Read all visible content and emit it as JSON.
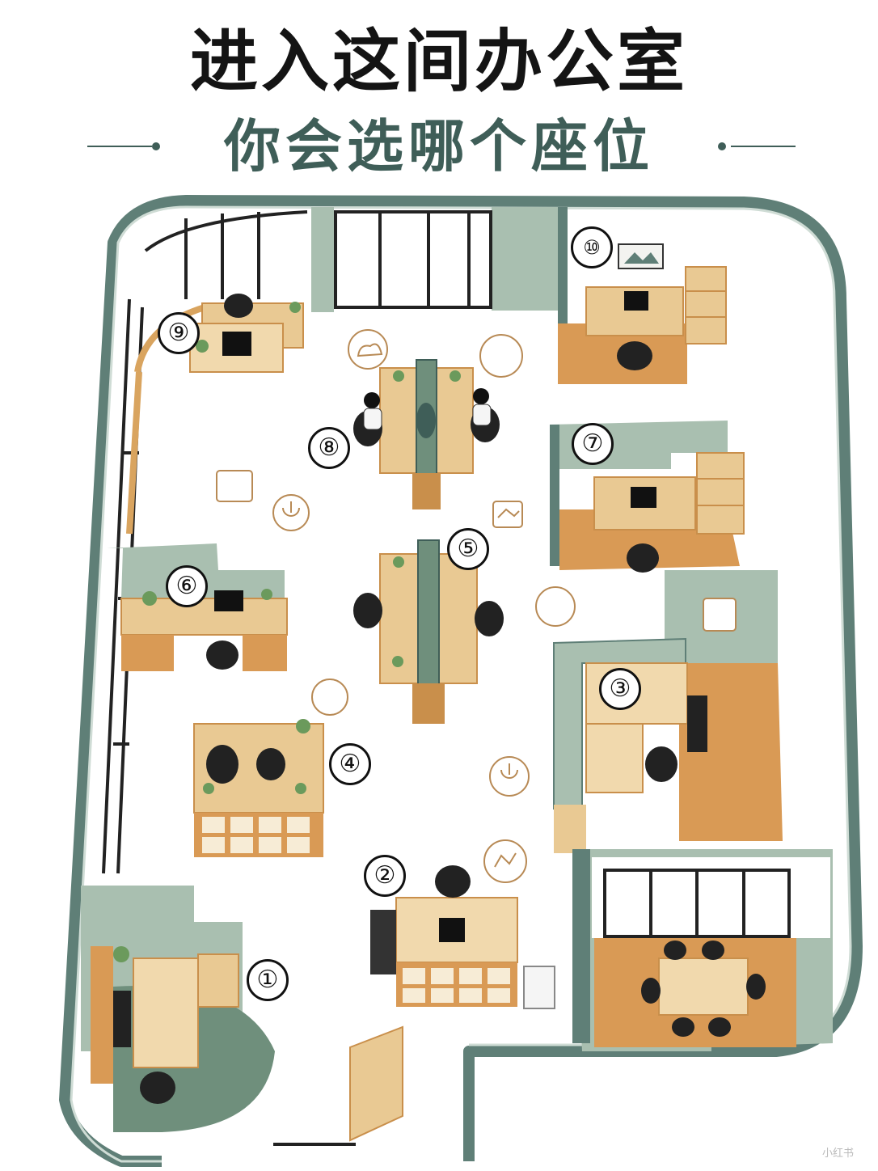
{
  "header": {
    "title": "进入这间办公室",
    "subtitle": "你会选哪个座位"
  },
  "seats": [
    {
      "number": "①"
    },
    {
      "number": "②"
    },
    {
      "number": "③"
    },
    {
      "number": "④"
    },
    {
      "number": "⑤"
    },
    {
      "number": "⑥"
    },
    {
      "number": "⑦"
    },
    {
      "number": "⑧"
    },
    {
      "number": "⑨"
    },
    {
      "number": "⑩"
    }
  ],
  "watermark": "小红书",
  "colors": {
    "wall": "#5f7f77",
    "wall_light": "#a9bfb0",
    "wood": "#e9c993",
    "wood_dark": "#c98f4b",
    "carpet": "#d99a55",
    "rug": "#6f8f7c",
    "floor": "#ffffff"
  },
  "icons": [
    "cloud-icon",
    "document-icon",
    "whiteboard-icon",
    "power-icon",
    "chart-icon",
    "smile-icon",
    "share-icon",
    "mail-icon",
    "graph-icon"
  ]
}
